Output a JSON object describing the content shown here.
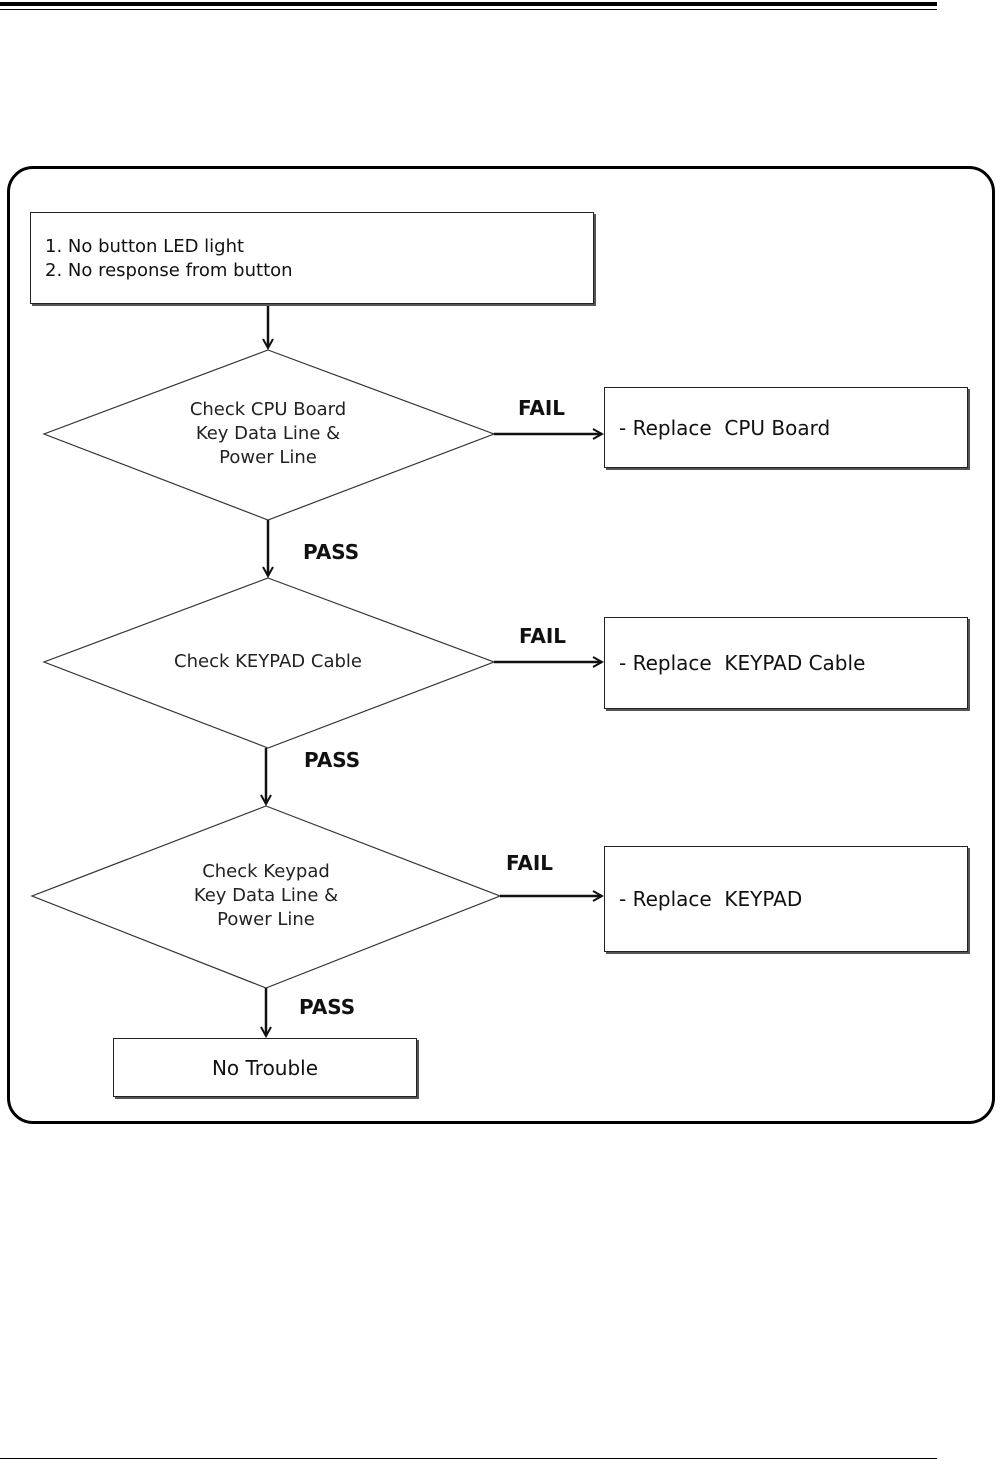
{
  "start": {
    "line1": "1. No button LED light",
    "line2": "2. No response from button"
  },
  "decisions": [
    {
      "lines": [
        "Check CPU Board",
        "Key Data Line &",
        "Power Line"
      ]
    },
    {
      "lines": [
        "Check KEYPAD Cable"
      ]
    },
    {
      "lines": [
        "Check Keypad",
        "Key Data Line &",
        "Power Line"
      ]
    }
  ],
  "results": [
    "- Replace  CPU Board",
    "- Replace  KEYPAD Cable",
    "- Replace  KEYPAD"
  ],
  "labels": {
    "fail": "FAIL",
    "pass": "PASS"
  },
  "end": "No Trouble"
}
